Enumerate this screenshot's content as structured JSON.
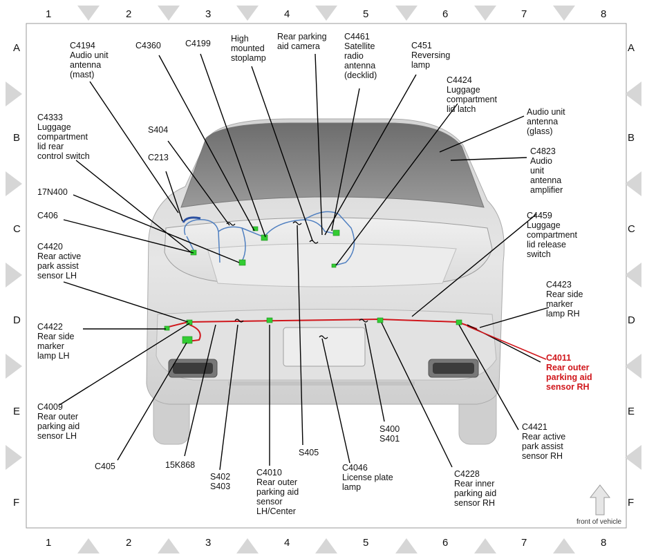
{
  "grid": {
    "columns": [
      "1",
      "2",
      "3",
      "4",
      "5",
      "6",
      "7",
      "8"
    ],
    "rows": [
      "A",
      "B",
      "C",
      "D",
      "E",
      "F"
    ]
  },
  "colors": {
    "harness_blue": "#4f7fc0",
    "harness_red": "#d0161b",
    "connector_green": "#33cc33",
    "callout_red": "#d0161b"
  },
  "labels": [
    {
      "id": "c4194",
      "text": "C4194\nAudio unit\nantenna\n(mast)"
    },
    {
      "id": "c4360",
      "text": "C4360"
    },
    {
      "id": "c4199",
      "text": "C4199"
    },
    {
      "id": "hmsl",
      "text": "High\nmounted\nstoplamp"
    },
    {
      "id": "rpac",
      "text": "Rear parking\naid camera"
    },
    {
      "id": "c4461",
      "text": "C4461\nSatellite\nradio\nantenna\n(decklid)"
    },
    {
      "id": "c451",
      "text": "C451\nReversing\nlamp"
    },
    {
      "id": "c4424",
      "text": "C4424\nLuggage\ncompartment\nlid latch"
    },
    {
      "id": "aua_glass",
      "text": "Audio unit\nantenna\n(glass)"
    },
    {
      "id": "c4823",
      "text": "C4823\nAudio\nunit\nantenna\namplifier"
    },
    {
      "id": "c4333",
      "text": "C4333\nLuggage\ncompartment\nlid rear\ncontrol switch"
    },
    {
      "id": "s404",
      "text": "S404"
    },
    {
      "id": "c213",
      "text": "C213"
    },
    {
      "id": "n17n400",
      "text": "17N400"
    },
    {
      "id": "c406",
      "text": "C406"
    },
    {
      "id": "c4459",
      "text": "C4459\nLuggage\ncompartment\nlid release\nswitch"
    },
    {
      "id": "c4420",
      "text": "C4420\nRear active\npark assist\nsensor LH"
    },
    {
      "id": "c4423",
      "text": "C4423\nRear side\nmarker\nlamp RH"
    },
    {
      "id": "c4422",
      "text": "C4422\nRear side\nmarker\nlamp LH"
    },
    {
      "id": "c4011",
      "text": "C4011\nRear outer\nparking aid\nsensor RH",
      "red": true
    },
    {
      "id": "c4009",
      "text": "C4009\nRear outer\nparking aid\nsensor LH"
    },
    {
      "id": "s400",
      "text": "S400\nS401"
    },
    {
      "id": "c4421",
      "text": "C4421\nRear active\npark assist\nsensor RH"
    },
    {
      "id": "s405",
      "text": "S405"
    },
    {
      "id": "c405",
      "text": "C405"
    },
    {
      "id": "n15k868",
      "text": "15K868"
    },
    {
      "id": "s402",
      "text": "S402\nS403"
    },
    {
      "id": "c4010",
      "text": "C4010\nRear outer\nparking aid\nsensor\nLH/Center"
    },
    {
      "id": "c4046",
      "text": "C4046\nLicense plate\nlamp"
    },
    {
      "id": "c4228",
      "text": "C4228\nRear inner\nparking aid\nsensor RH"
    }
  ],
  "front_of_vehicle": "front of vehicle"
}
